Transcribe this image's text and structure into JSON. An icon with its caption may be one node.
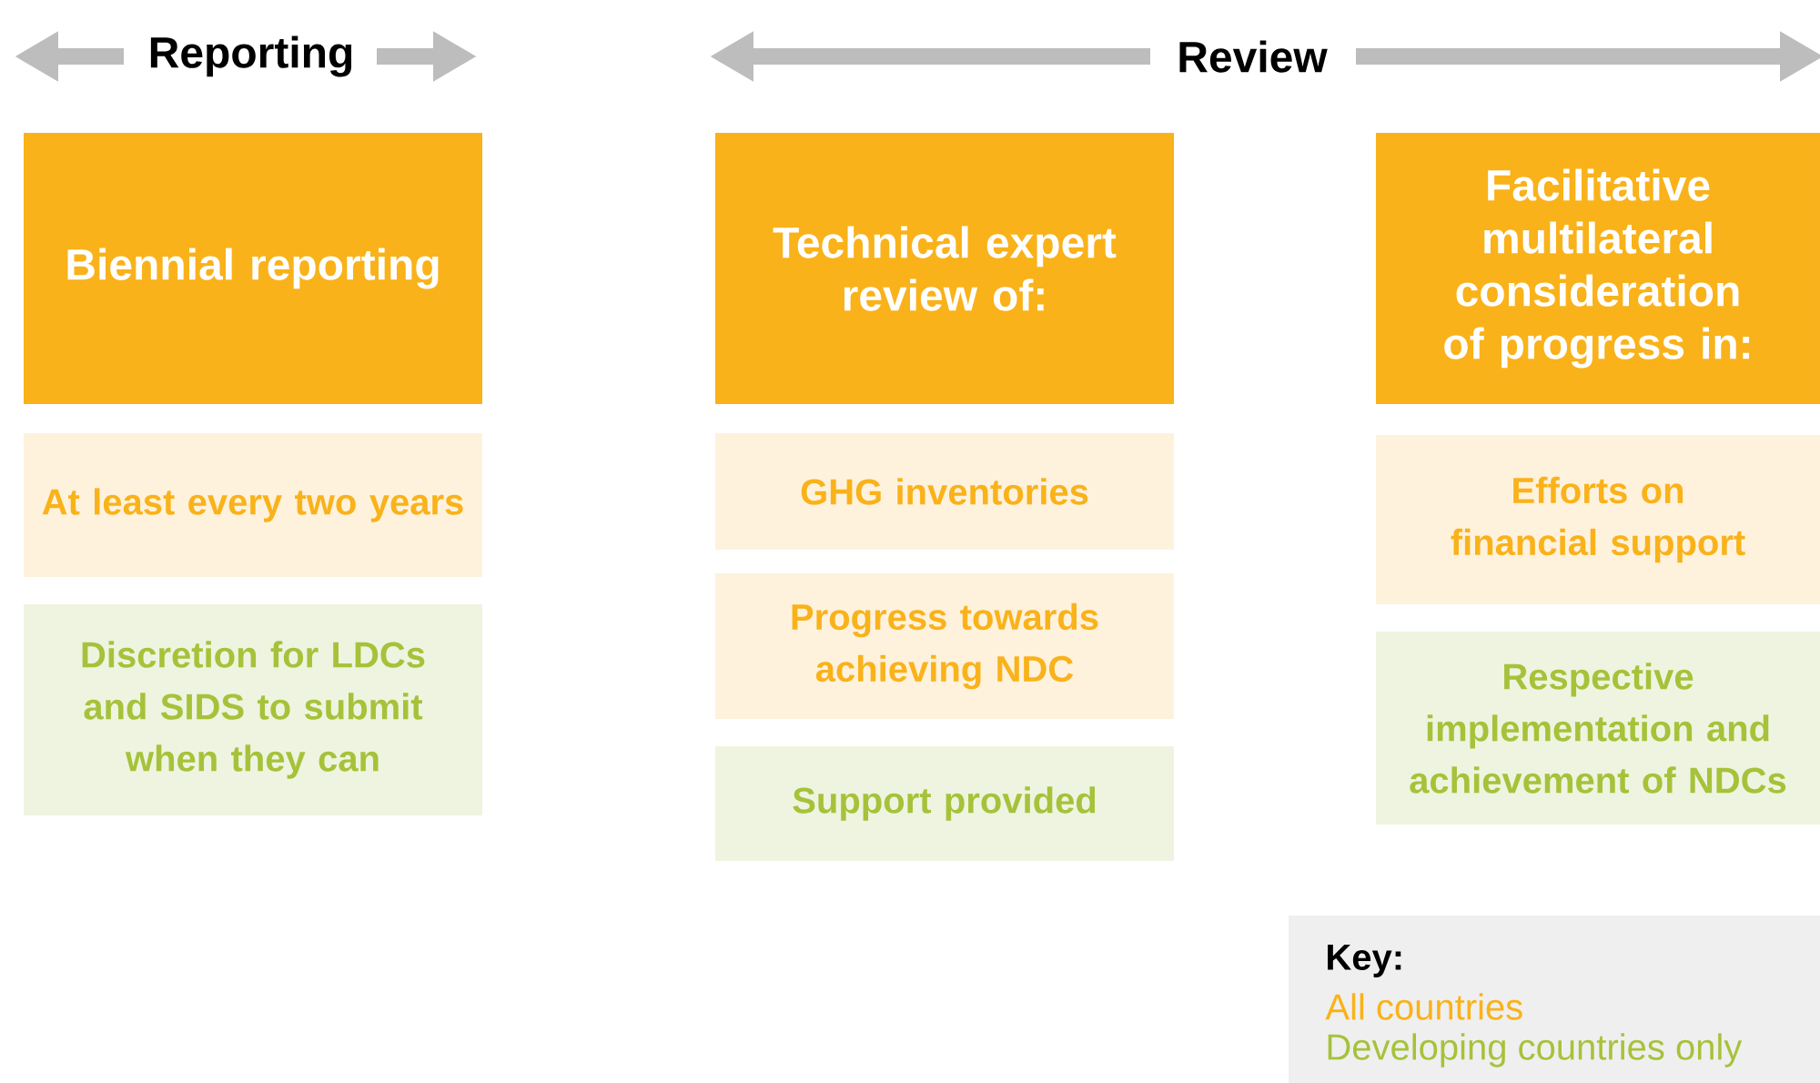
{
  "diagram": {
    "nodes": [
      {
        "text": [
          "Biennial reporting"
        ]
      },
      {
        "text": [
          "At least every two years"
        ]
      },
      {
        "text": [
          "Discretion for LDCs and SIDS to submit when they can"
        ]
      },
      {
        "text": [
          "Technical expert review of:"
        ]
      },
      {
        "text": [
          "GHG inventories"
        ]
      },
      {
        "text": [
          "Progress towards achieving NDC"
        ]
      },
      {
        "text": [
          "Support provided"
        ]
      },
      {
        "text": [
          "Facilitative multilateral consideration of progress in:"
        ]
      },
      {
        "text": [
          "Efforts on financial support"
        ]
      },
      {
        "text": [
          "Respective implementation and achievement of NDCs"
        ]
      }
    ],
    "labels": [
      "Reporting",
      "Review",
      "Key:"
    ],
    "legend": [
      {
        "text": "All countries",
        "color": "#f9b21a"
      },
      {
        "text": "Developing countries only",
        "color": "#a6c23a"
      }
    ]
  }
}
